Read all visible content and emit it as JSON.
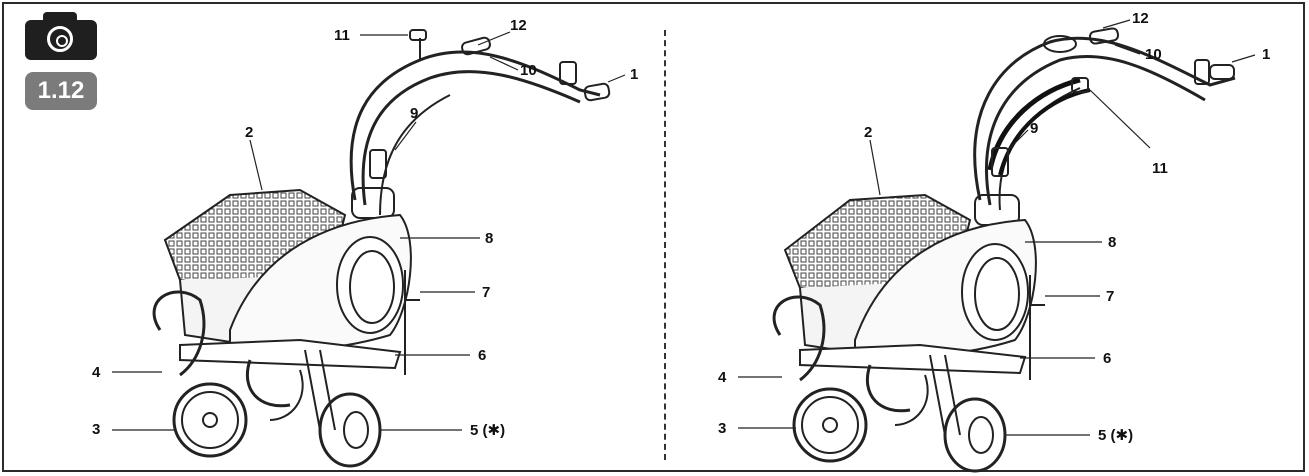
{
  "figure_number": "1.12",
  "icon": "camera-icon",
  "left_labels": {
    "l1": "1",
    "l2": "2",
    "l3": "3",
    "l4": "4",
    "l5": "5 (✱)",
    "l6": "6",
    "l7": "7",
    "l8": "8",
    "l9": "9",
    "l10": "10",
    "l11": "11",
    "l12": "12"
  },
  "right_labels": {
    "l1": "1",
    "l2": "2",
    "l3": "3",
    "l4": "4",
    "l5": "5 (✱)",
    "l6": "6",
    "l7": "7",
    "l8": "8",
    "l9": "9",
    "l10": "10",
    "l11": "11",
    "l12": "12"
  }
}
